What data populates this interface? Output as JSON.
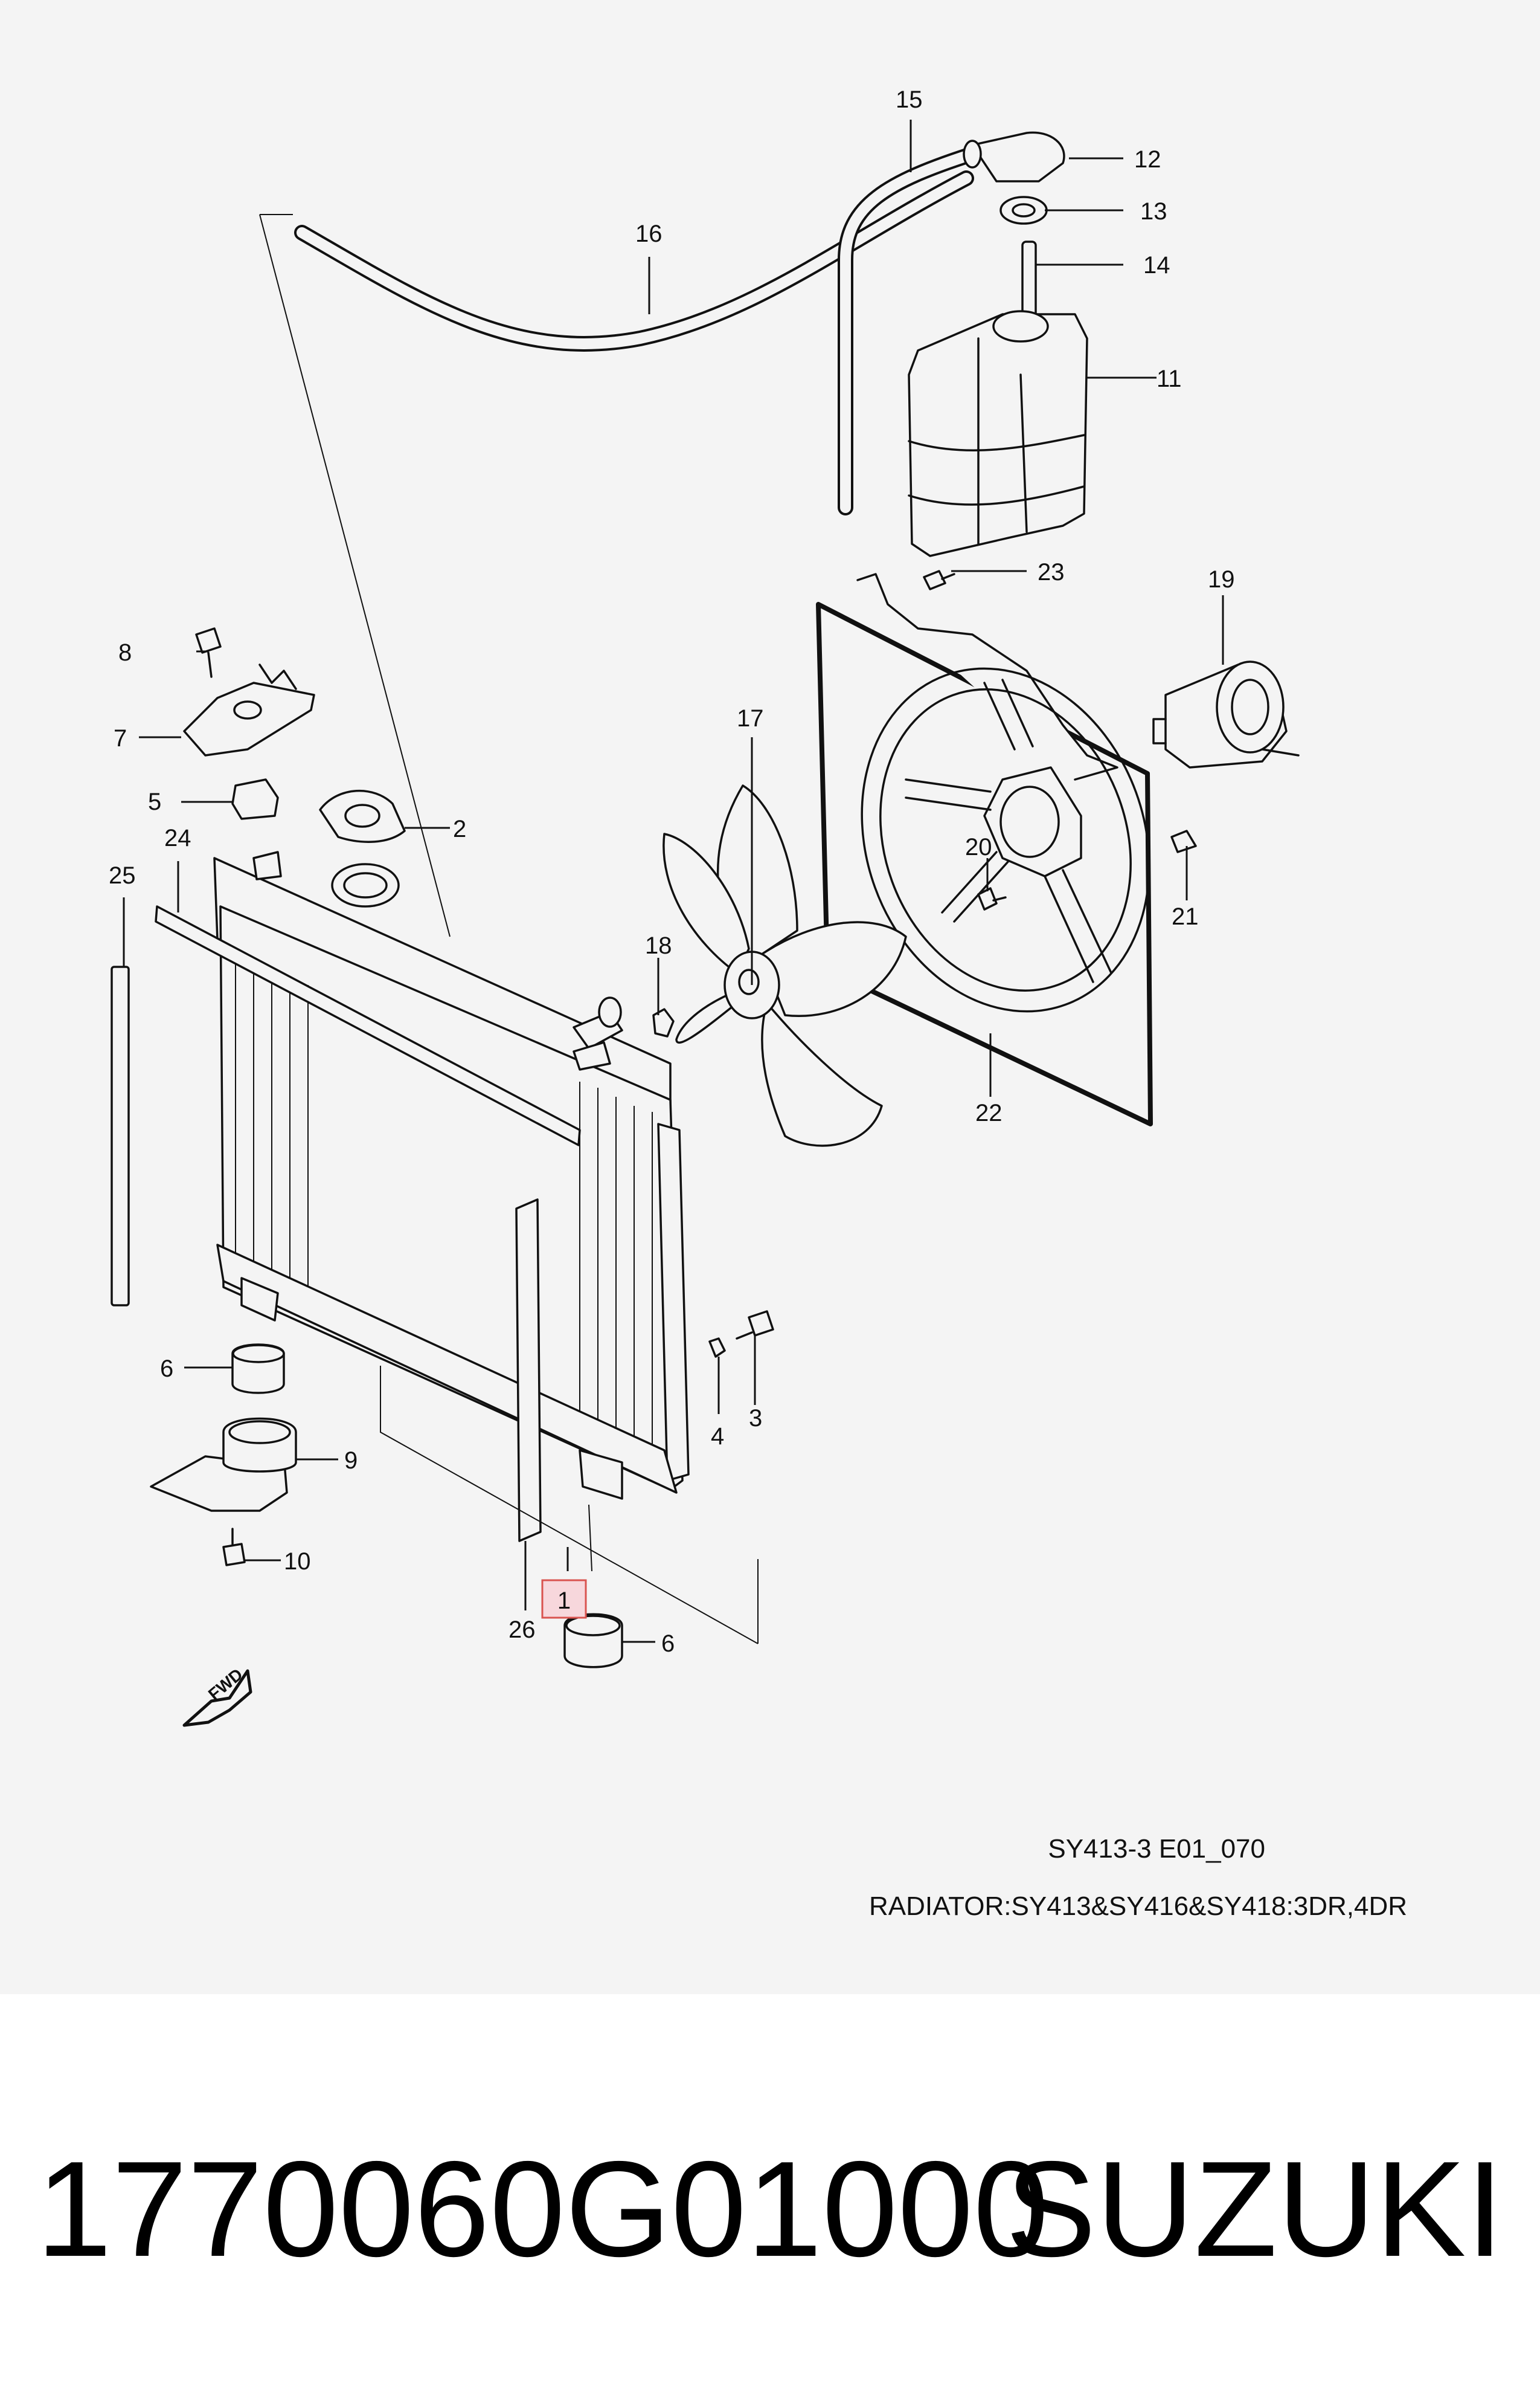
{
  "diagram": {
    "code": "SY413-3 E01_070",
    "title": "RADIATOR:SY413&SY416&SY418:3DR,4DR",
    "direction_label": "FWD",
    "highlighted_callout": "1",
    "callouts": {
      "c1": "1",
      "c2": "2",
      "c3": "3",
      "c4": "4",
      "c5": "5",
      "c6a": "6",
      "c6b": "6",
      "c7": "7",
      "c8": "8",
      "c9": "9",
      "c10": "10",
      "c11": "11",
      "c12": "12",
      "c13": "13",
      "c14": "14",
      "c15": "15",
      "c16": "16",
      "c17": "17",
      "c18": "18",
      "c19": "19",
      "c20": "20",
      "c21": "21",
      "c22": "22",
      "c23": "23",
      "c24": "24",
      "c25": "25",
      "c26": "26"
    }
  },
  "footer": {
    "part_number": "1770060G01000",
    "brand": "SUZUKI"
  },
  "colors": {
    "panel_background": "#f4f4f4",
    "highlight_fill": "#f7d7dc",
    "highlight_stroke": "#d9534f",
    "ink": "#111111"
  }
}
